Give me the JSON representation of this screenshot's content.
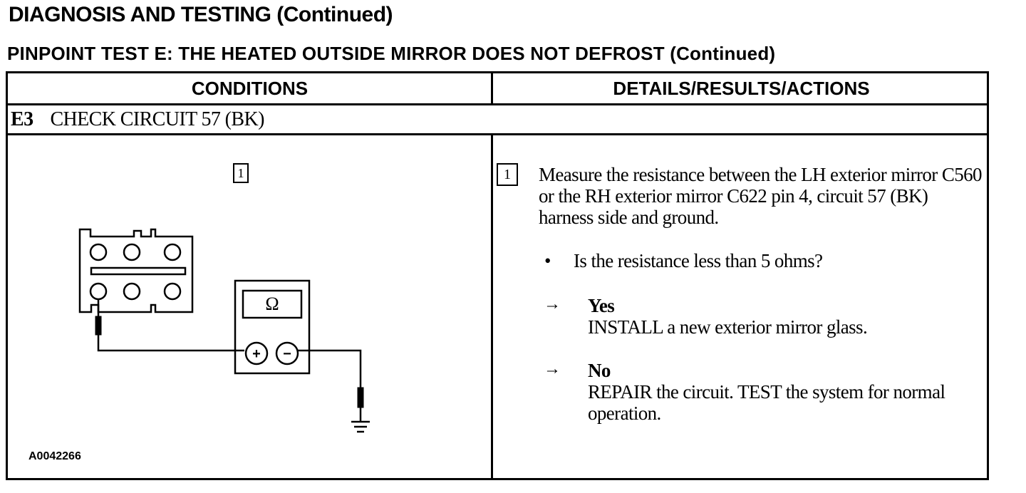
{
  "header": {
    "title": "DIAGNOSIS AND TESTING (Continued)",
    "subtitle": "PINPOINT TEST E: THE HEATED OUTSIDE MIRROR DOES NOT DEFROST (Continued)"
  },
  "table": {
    "columns": [
      "CONDITIONS",
      "DETAILS/RESULTS/ACTIONS"
    ],
    "step": {
      "id": "E3",
      "title": "CHECK CIRCUIT 57 (BK)"
    },
    "conditions": {
      "figure_ref": "1",
      "meter_symbol": "Ω",
      "plus_symbol": "+",
      "minus_symbol": "−",
      "figure_id": "A0042266"
    },
    "details": {
      "step_number": "1",
      "instruction": "Measure the resistance between the LH exterior mirror C560 or the RH exterior mirror C622 pin 4, circuit 57 (BK) harness side and ground.",
      "bullet": "•",
      "question": "Is the resistance less than 5 ohms?",
      "arrow": "→",
      "answers": [
        {
          "label": "Yes",
          "action": "INSTALL a new exterior mirror glass."
        },
        {
          "label": "No",
          "action": "REPAIR the circuit. TEST the system for normal operation."
        }
      ]
    }
  }
}
